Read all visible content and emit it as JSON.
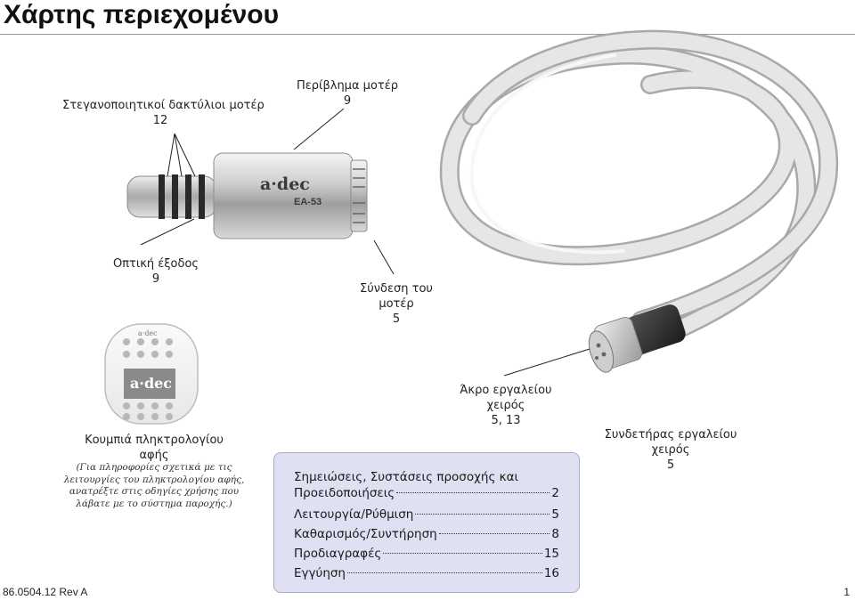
{
  "page": {
    "title": "Χάρτης περιεχομένου",
    "doc_number": "86.0504.12 Rev A",
    "page_number": "1"
  },
  "labels": {
    "o_rings": {
      "text": "Στεγανοποιητικοί δακτύλιοι μοτέρ",
      "num": "12"
    },
    "housing": {
      "text": "Περίβλημα μοτέρ",
      "num": "9"
    },
    "fiber_output": {
      "text": "Οπτική έξοδος",
      "num": "9"
    },
    "motor_connection": {
      "line1": "Σύνδεση του",
      "line2": "μοτέρ",
      "num": "5"
    },
    "keypad": {
      "line1": "Κουμπιά πληκτρολογίου",
      "line2": "αφής",
      "note1": "(Για πληροφορίες σχετικά με τις",
      "note2": "λειτουργίες του πληκτρολογίου αφής,",
      "note3": "ανατρέξτε στις οδηγίες χρήσης που",
      "note4": "λάβατε με το σύστημα παροχής.)"
    },
    "hose_end": {
      "line1": "Άκρο εργαλείου",
      "line2": "χειρός",
      "num": "5, 13"
    },
    "handpiece_connector": {
      "line1": "Συνδετήρας εργαλείου",
      "line2": "χειρός",
      "num": "5"
    }
  },
  "product": {
    "brand": "a·dec",
    "model": "EA-53"
  },
  "toc": {
    "title_line1": "Σημειώσεις, Συστάσεις προσοχής και",
    "title_line2": "Προειδοποιήσεις",
    "title_page": "2",
    "entries": [
      {
        "label": "Λειτουργία/Ρύθμιση",
        "page": "5"
      },
      {
        "label": "Καθαρισμός/Συντήρηση",
        "page": "8"
      },
      {
        "label": "Προδιαγραφές",
        "page": "15"
      },
      {
        "label": "Εγγύηση",
        "page": "16"
      }
    ]
  },
  "colors": {
    "toc_background": "#dfe0f1",
    "toc_border": "#a9abc6",
    "motor_metal": "#c9c9c9",
    "hose": "#d8d8d8"
  }
}
